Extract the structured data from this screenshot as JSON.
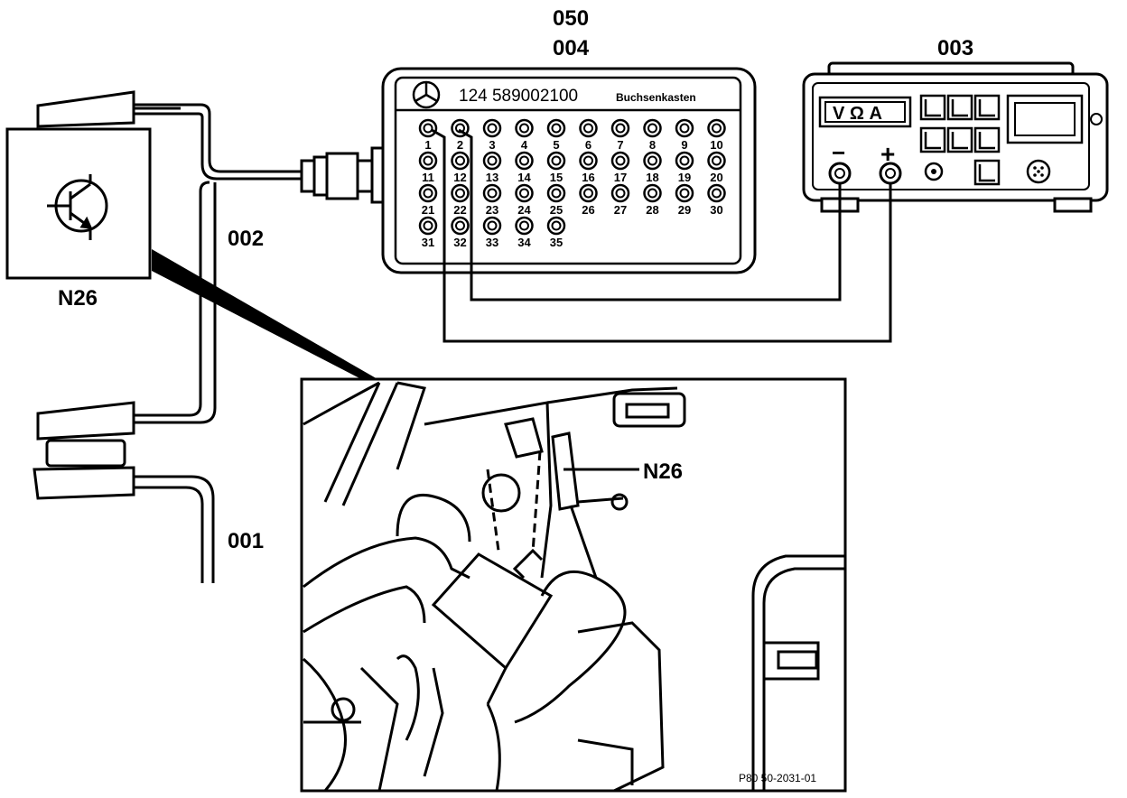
{
  "labels": {
    "box_code_top": "050",
    "box_code_bottom": "004",
    "meter_code": "003",
    "lead_upper": "002",
    "lead_lower": "001",
    "component": "N26",
    "component_callout": "N26",
    "figure_ref": "P80 50-2031-01"
  },
  "socket_box": {
    "part_number": "124 589002100",
    "name": "Buchsenkasten",
    "sockets": [
      "1",
      "2",
      "3",
      "4",
      "5",
      "6",
      "7",
      "8",
      "9",
      "10",
      "11",
      "12",
      "13",
      "14",
      "15",
      "16",
      "17",
      "18",
      "19",
      "20",
      "21",
      "22",
      "23",
      "24",
      "25",
      "26",
      "27",
      "28",
      "29",
      "30",
      "31",
      "32",
      "33",
      "34",
      "35"
    ]
  },
  "meter": {
    "function_label": "V Ω A",
    "minus_label": "−",
    "plus_label": "+"
  },
  "colors": {
    "line": "#000000",
    "background": "#ffffff"
  }
}
